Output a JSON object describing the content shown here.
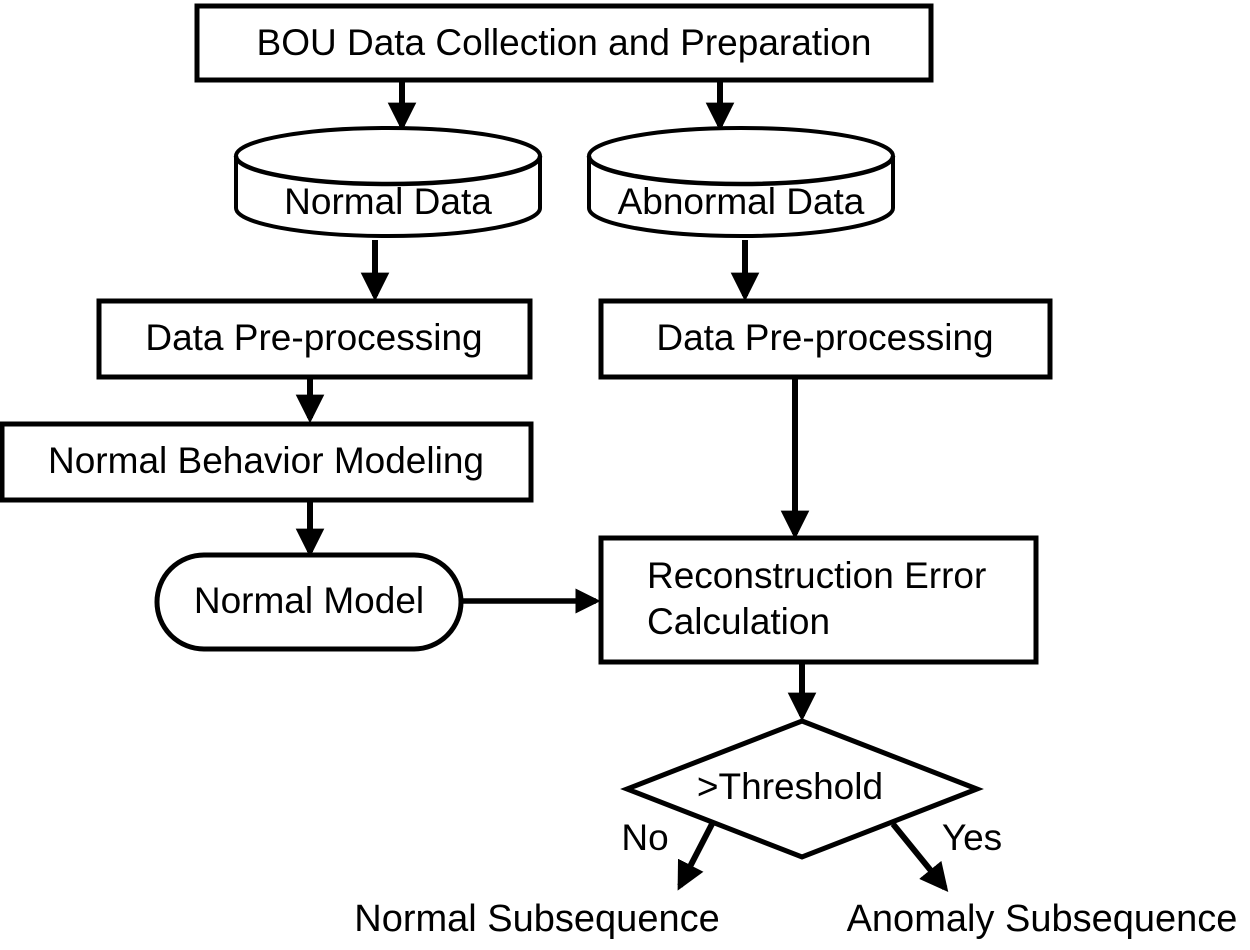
{
  "diagram": {
    "title_text": "BOU Data Collection and Preparation",
    "nodes": {
      "data_collection": {
        "label": "BOU Data Collection and Preparation",
        "shape": "process"
      },
      "normal_data": {
        "label": "Normal Data",
        "shape": "database"
      },
      "abnormal_data": {
        "label": "Abnormal Data",
        "shape": "database"
      },
      "preprocess_left": {
        "label": "Data Pre-processing",
        "shape": "process"
      },
      "preprocess_right": {
        "label": "Data Pre-processing",
        "shape": "process"
      },
      "normal_behavior_modeling": {
        "label": "Normal Behavior Modeling",
        "shape": "process"
      },
      "normal_model": {
        "label": "Normal Model",
        "shape": "stadium"
      },
      "reconstruction_error": {
        "label_line1": "Reconstruction Error",
        "label_line2": "Calculation",
        "shape": "process"
      },
      "threshold_decision": {
        "label": ">Threshold",
        "shape": "diamond"
      },
      "normal_subsequence": {
        "label": "Normal Subsequence",
        "shape": "text"
      },
      "anomaly_subsequence": {
        "label": "Anomaly Subsequence",
        "shape": "text"
      }
    },
    "edge_labels": {
      "no": "No",
      "yes": "Yes"
    },
    "colors": {
      "stroke": "#000000",
      "fill": "#ffffff",
      "background": "#ffffff"
    }
  }
}
